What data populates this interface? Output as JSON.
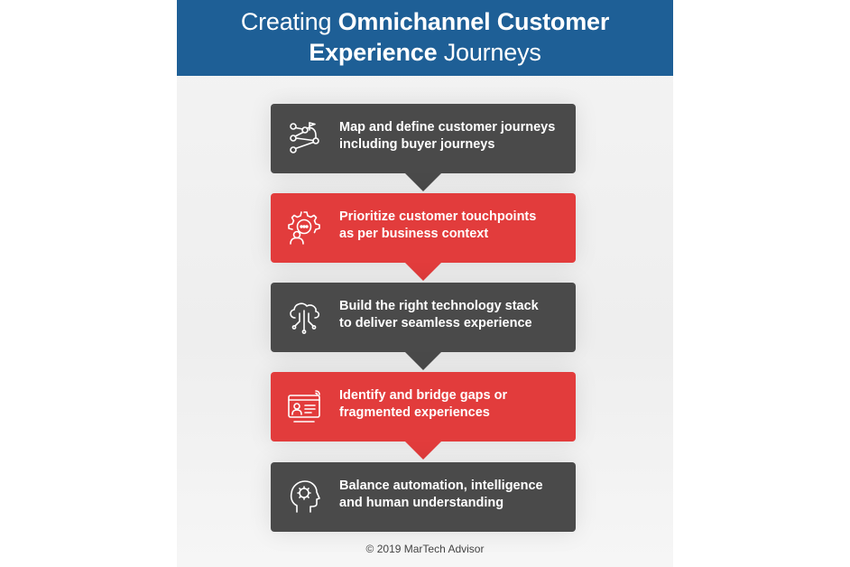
{
  "header": {
    "title_line1_light": "Creating ",
    "title_line1_bold": "Omnichannel Customer",
    "title_line2_bold": "Experience",
    "title_line2_light": " Journeys"
  },
  "colors": {
    "header_blue": "#1e5f96",
    "dark_gray": "#4a4a4a",
    "red": "#e23c3c",
    "background": "#f1f1f1"
  },
  "steps": [
    {
      "text": "Map and define customer journeys\nincluding buyer journeys",
      "icon": "journey-map-icon",
      "color": "dark"
    },
    {
      "text": "Prioritize customer touchpoints\nas per business context",
      "icon": "gear-person-icon",
      "color": "red"
    },
    {
      "text": "Build the right technology stack\nto deliver seamless experience",
      "icon": "cloud-network-icon",
      "color": "dark"
    },
    {
      "text": "Identify and bridge gaps or\nfragmented experiences",
      "icon": "profile-screen-icon",
      "color": "red"
    },
    {
      "text": "Balance automation, intelligence\nand human understanding",
      "icon": "head-brain-icon",
      "color": "dark"
    }
  ],
  "footer": "© 2019 MarTech Advisor"
}
